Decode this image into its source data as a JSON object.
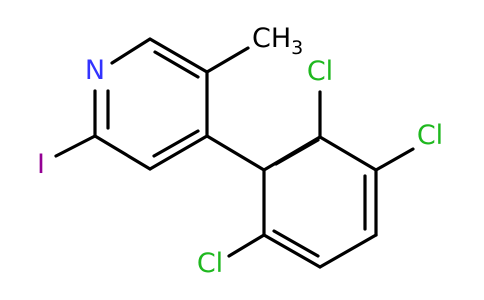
{
  "molecule": {
    "atoms": {
      "nitrogen": "N",
      "iodine": "I",
      "methyl": "CH",
      "methyl_subscript": "3",
      "chlorine_2": "Cl",
      "chlorine_3": "Cl",
      "chlorine_6": "Cl"
    },
    "colors": {
      "nitrogen": "#3333ff",
      "iodine": "#940094",
      "chlorine": "#1fb81f",
      "carbon": "#000000",
      "bond": "#000000",
      "background": "#ffffff"
    }
  }
}
